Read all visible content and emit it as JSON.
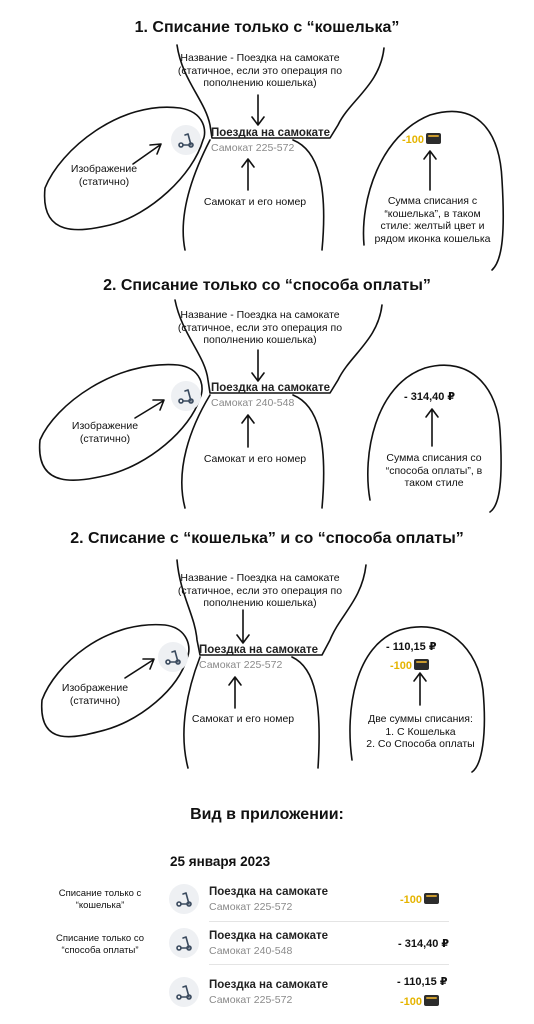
{
  "section1": {
    "title": "1. Списание только с “кошелька”",
    "note_title_lines": [
      "Название - Поездка на самокате",
      "(статичное, если это операция по",
      "пополнению кошелька)"
    ],
    "note_image_lines": [
      "Изображение",
      "(статично)"
    ],
    "note_number": "Самокат и его номер",
    "note_amount_lines": [
      "Сумма списания с",
      "“кошелька”, в таком",
      "стиле: желтый цвет и",
      "рядом иконка кошелька"
    ],
    "row_title": "Поездка на самокате",
    "row_sub": "Самокат 225-572",
    "amount": "-100"
  },
  "section2": {
    "title": "2. Списание только со “способа оплаты”",
    "note_title_lines": [
      "Название - Поездка на самокате",
      "(статичное, если это операция по",
      "пополнению кошелька)"
    ],
    "note_image_lines": [
      "Изображение",
      "(статично)"
    ],
    "note_number": "Самокат и его номер",
    "note_amount_lines": [
      "Сумма списания со",
      "“способа оплаты”, в",
      "таком стиле"
    ],
    "row_title": "Поездка на самокате",
    "row_sub": "Самокат 240-548",
    "amount": "- 314,40 ₽"
  },
  "section3": {
    "title": "2. Списание с “кошелька” и со “способа оплаты”",
    "note_title_lines": [
      "Название - Поездка на самокате",
      "(статичное, если это операция по",
      "пополнению кошелька)"
    ],
    "note_image_lines": [
      "Изображение",
      "(статично)"
    ],
    "note_number": "Самокат и его номер",
    "note_amount_lines": [
      "Две суммы списания:",
      "1. С Кошелька",
      "2. Со Способа оплаты"
    ],
    "row_title": "Поездка на самокате",
    "row_sub": "Самокат 225-572",
    "amount_card": "- 110,15 ₽",
    "amount_wallet": "-100"
  },
  "app": {
    "header": "Вид в приложении:",
    "date": "25 января 2023",
    "rows": [
      {
        "caption_lines": [
          "Списание только с",
          "“кошелька”"
        ],
        "title": "Поездка на самокате",
        "sub": "Самокат 225-572",
        "amount_wallet": "-100"
      },
      {
        "caption_lines": [
          "Списание только со",
          "“способа оплаты”"
        ],
        "title": "Поездка на самокате",
        "sub": "Самокат 240-548",
        "amount_card": "- 314,40 ₽"
      },
      {
        "title": "Поездка на самокате",
        "sub": "Самокат 225-572",
        "amount_card": "- 110,15 ₽",
        "amount_wallet": "-100"
      }
    ]
  },
  "colors": {
    "wallet_amount": "#e5b400",
    "icon_bg": "#eef0f3",
    "subtitle": "#8a8a8a"
  },
  "icons": [
    "scooter-icon",
    "wallet-icon"
  ]
}
